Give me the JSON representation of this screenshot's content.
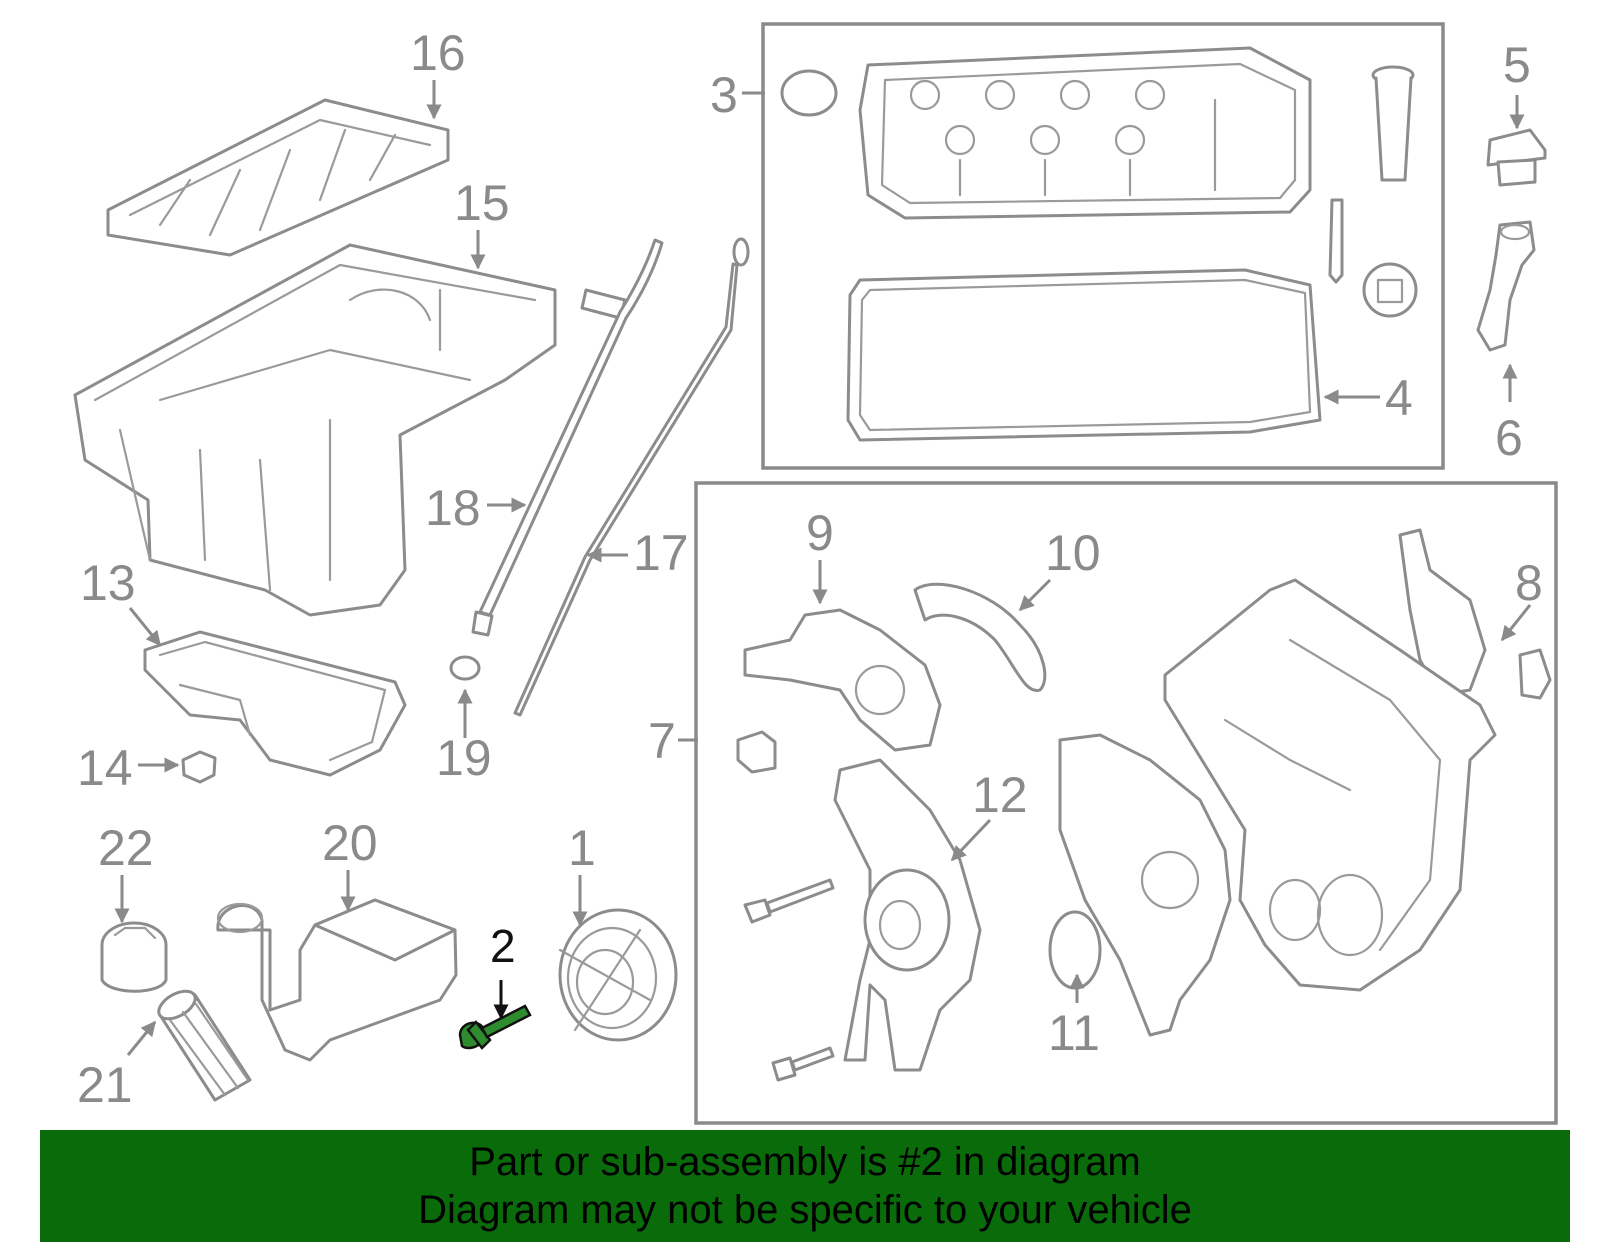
{
  "callouts": {
    "c1": "1",
    "c2": "2",
    "c3": "3",
    "c4": "4",
    "c5": "5",
    "c6": "6",
    "c7": "7",
    "c8": "8",
    "c9": "9",
    "c10": "10",
    "c11": "11",
    "c12": "12",
    "c13": "13",
    "c14": "14",
    "c15": "15",
    "c16": "16",
    "c17": "17",
    "c18": "18",
    "c19": "19",
    "c20": "20",
    "c21": "21",
    "c22": "22"
  },
  "highlight": {
    "part": "2",
    "color": "#2e8b2e"
  },
  "colors": {
    "banner": "#0a6b0a",
    "line_art": "#8c8c8c",
    "highlight_part": "#2e8b2e"
  },
  "banner": {
    "line1": "Part or sub-assembly is #2 in diagram",
    "line2": "Diagram may not be specific to your vehicle"
  }
}
